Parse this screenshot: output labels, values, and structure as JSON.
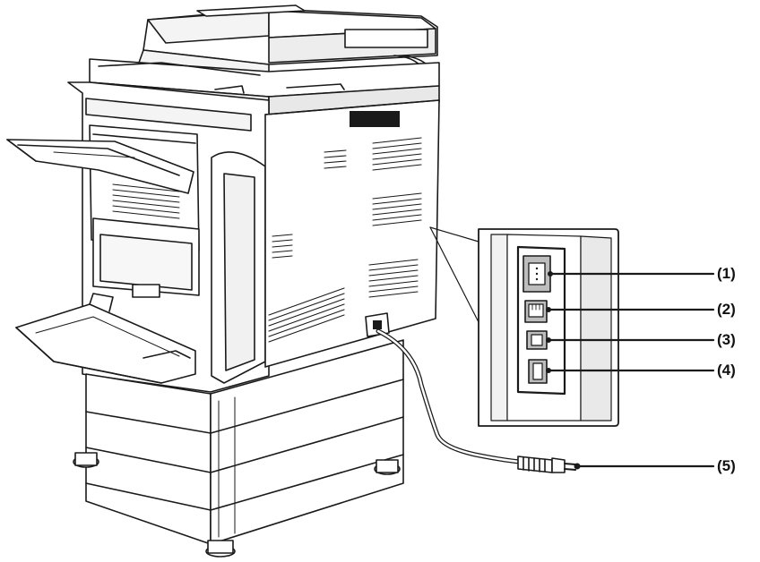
{
  "callouts": [
    {
      "label": "(1)",
      "part": "serial-port"
    },
    {
      "label": "(2)",
      "part": "lan-port"
    },
    {
      "label": "(3)",
      "part": "usb-type-b-port"
    },
    {
      "label": "(4)",
      "part": "usb-type-a-port"
    },
    {
      "label": "(5)",
      "part": "power-plug"
    }
  ],
  "colors": {
    "line": "#1a1a1a",
    "panel_fill": "#ffffff",
    "shade": "#e6e6e6",
    "port_fill": "#bdbdbd"
  }
}
